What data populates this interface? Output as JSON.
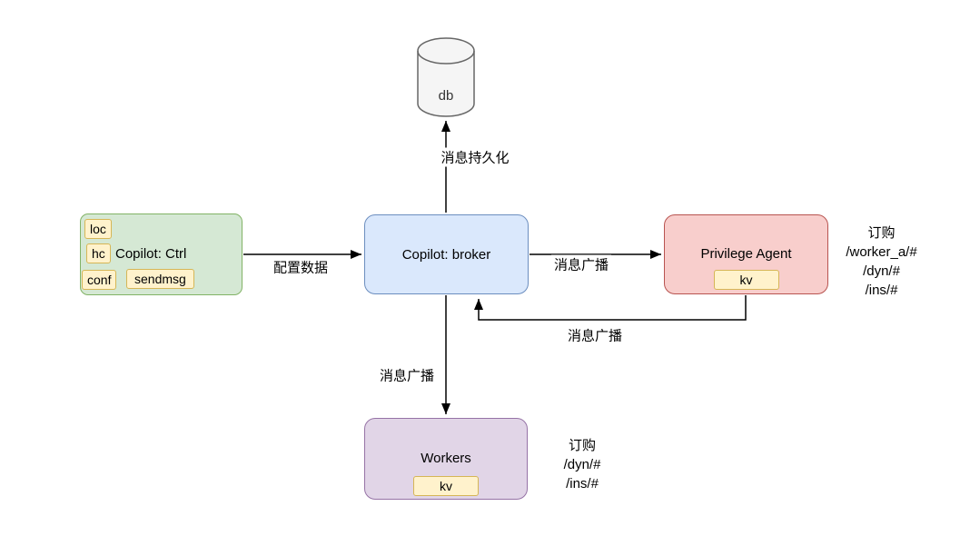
{
  "diagram": {
    "db": {
      "label": "db"
    },
    "ctrl": {
      "label": "Copilot: Ctrl",
      "tags": [
        "loc",
        "hc",
        "conf",
        "sendmsg"
      ]
    },
    "broker": {
      "label": "Copilot: broker"
    },
    "privilege_agent": {
      "label": "Privilege Agent",
      "tag": "kv",
      "subscribe": {
        "title": "订购",
        "topics": [
          "/worker_a/#",
          "/dyn/#",
          "/ins/#"
        ]
      }
    },
    "workers": {
      "label": "Workers",
      "tag": "kv",
      "subscribe": {
        "title": "订购",
        "topics": [
          "/dyn/#",
          "/ins/#"
        ]
      }
    },
    "edges": {
      "persist": "消息持久化",
      "config": "配置数据",
      "broadcast_right": "消息广播",
      "broadcast_back": "消息广播",
      "broadcast_down": "消息广播"
    },
    "colors": {
      "ctrl_fill": "#d5e8d4",
      "ctrl_border": "#82b366",
      "broker_fill": "#dae8fc",
      "broker_border": "#6c8ebf",
      "agent_fill": "#f8cecc",
      "agent_border": "#b85450",
      "workers_fill": "#e1d5e7",
      "workers_border": "#9673a6",
      "tag_fill": "#fff2cc",
      "tag_border": "#d6b656",
      "db_fill": "#f5f5f5",
      "db_border": "#666666",
      "arrow": "#000000"
    }
  }
}
